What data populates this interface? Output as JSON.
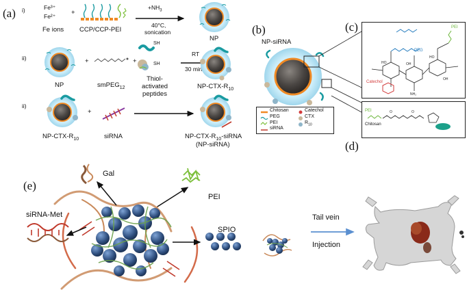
{
  "labels": {
    "a": "(a)",
    "b": "(b)",
    "c": "(c)",
    "d": "(d)",
    "e": "(e)"
  },
  "panel_a": {
    "steps": [
      "i)",
      "ii)",
      "ii)"
    ],
    "row1": {
      "fe3": "Fe³⁺",
      "fe2": "Fe²⁺",
      "plus": "+",
      "fe_label": "Fe ions",
      "ccp_label": "CCP/CCP-PEI",
      "arrow_top": "+NH",
      "arrow_top_sub": "3",
      "arrow_bottom_1": "40°C,",
      "arrow_bottom_2": "sonication",
      "product": "NP"
    },
    "row2": {
      "np": "NP",
      "peg": "smPEG",
      "peg_sub": "12",
      "plus": "+",
      "sh1": "SH",
      "sh2": "SH",
      "thiol_1": "Thiol-",
      "thiol_2": "activated",
      "thiol_3": "peptides",
      "arrow_top": "RT",
      "arrow_bottom": "30 min",
      "product": "NP-CTX-R",
      "product_sub": "10"
    },
    "row3": {
      "np": "NP-CTX-R",
      "np_sub": "10",
      "plus": "+",
      "sirna": "siRNA",
      "product_1": "NP-CTX-R",
      "product_sub": "10",
      "product_1_tail": "-siRNA",
      "product_2": "(NP-siRNA)"
    }
  },
  "panel_b": {
    "title": "NP-siRNA",
    "legend": [
      "Chitosan",
      "Catechol",
      "PEG",
      "CTX",
      "PEI",
      "R",
      "siRNA"
    ],
    "legend_r_sub": "10"
  },
  "panel_c": {
    "peg": "PEG",
    "pei": "PEI",
    "catechol": "Catechol",
    "pei2": "PEI",
    "chitosan": "Chitosan"
  },
  "panel_e": {
    "gal": "Gal",
    "pei": "PEI",
    "sirna_met": "siRNA-Met",
    "spio": "SPIO",
    "tail_vein": "Tail vein",
    "injection": "Injection"
  },
  "colors": {
    "np_shell": "#bfe6f5",
    "np_core": "#4a4643",
    "peg_teal": "#1a9ba1",
    "pei_green": "#7cbf3a",
    "chitosan_orange": "#f08a24",
    "sirna_red": "#c0392b",
    "spio_blue": "#2f4f7f",
    "arrow_blue": "#5a8fd0"
  }
}
